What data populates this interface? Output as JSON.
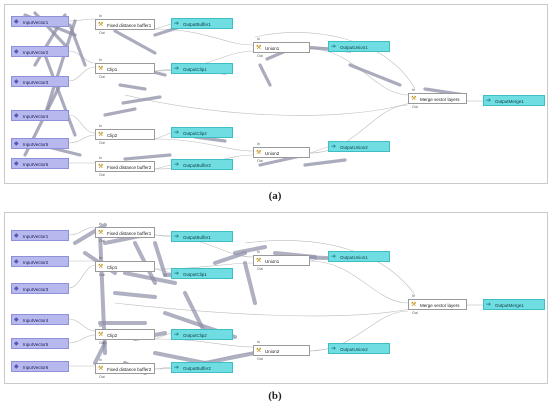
{
  "panels": [
    {
      "caption": "(a)",
      "inputs": [
        "InputVector1",
        "InputVector2",
        "InputVector3",
        "InputVector4",
        "InputVector5",
        "InputVector6"
      ],
      "algs": [
        "Fixed distance buffer1",
        "Clip1",
        "Union1",
        "Clip2",
        "Fixed distance buffer2",
        "Union2",
        "Merge vector layers"
      ],
      "outputs": [
        "OutputBuffer1",
        "OutputClip1",
        "OutputUnion1",
        "OutputClip2",
        "OutputBuffer2",
        "OutputUnion2",
        "OutputMerge1"
      ]
    },
    {
      "caption": "(b)",
      "inputs": [
        "InputVector1",
        "InputVector2",
        "InputVector3",
        "InputVector4",
        "InputVector5",
        "InputVector6"
      ],
      "algs": [
        "Fixed distance buffer1",
        "Clip1",
        "Union1",
        "Clip2",
        "Fixed distance buffer2",
        "Union2",
        "Merge vector layers"
      ],
      "outputs": [
        "OutputBuffer1",
        "OutputClip1",
        "OutputUnion1",
        "OutputClip2",
        "OutputBuffer2",
        "OutputUnion2",
        "OutputMerge1"
      ]
    }
  ],
  "ports": {
    "in": "In",
    "out": "Out"
  },
  "colors": {
    "input_fill": "#b7b8ee",
    "output_fill": "#6fdde2",
    "arrow": "#8d8fa6",
    "wire": "#bdbdbd"
  },
  "icons": {
    "input": "diamond-icon",
    "algorithm": "wrench-icon",
    "output": "arrow-right-icon"
  }
}
